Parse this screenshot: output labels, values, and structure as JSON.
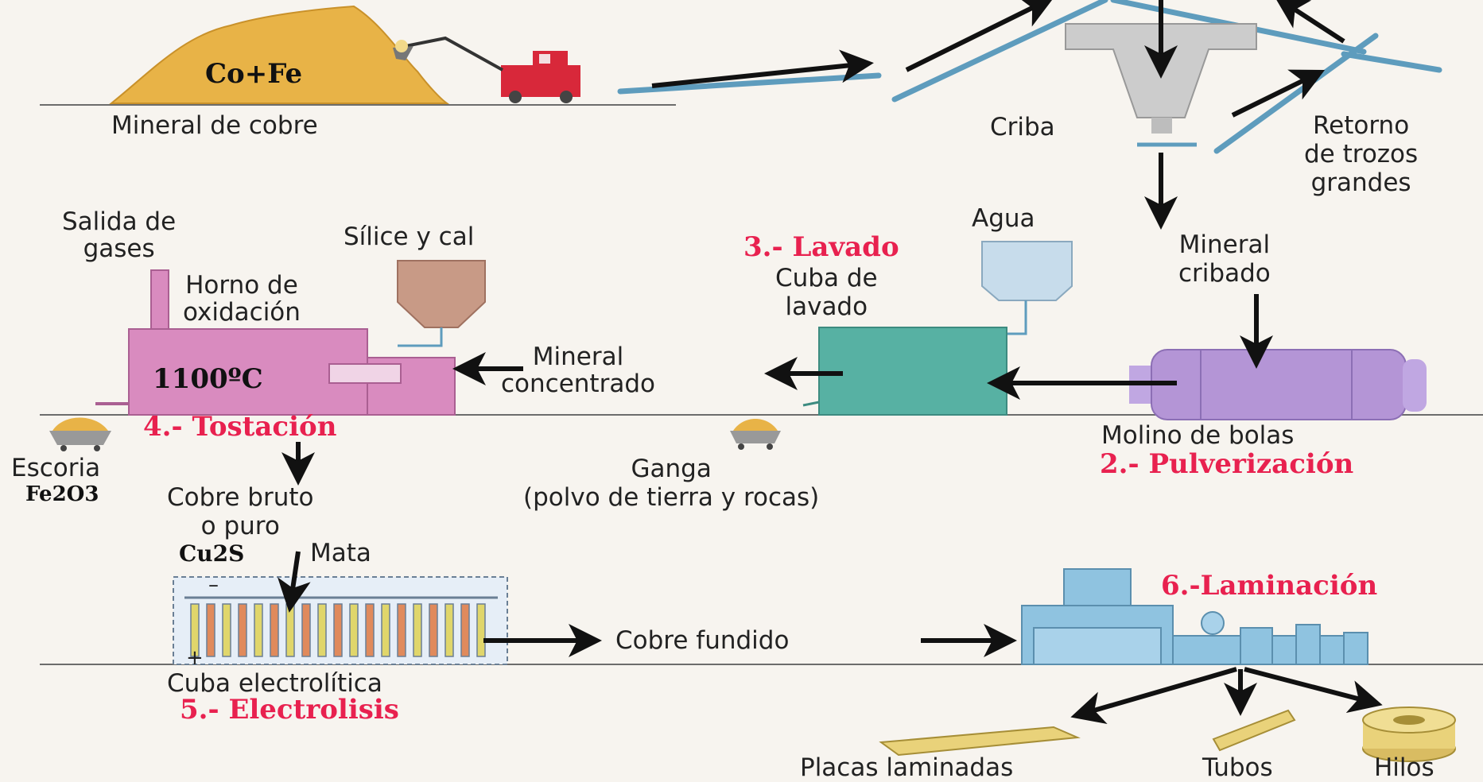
{
  "diagram": {
    "ore": {
      "label": "Mineral de cobre",
      "composition": "Co+Fe"
    },
    "screen": {
      "label": "Criba",
      "return_label": "Retorno\nde trozos\ngrandes",
      "output_label": "Mineral\ncribado"
    },
    "mill": {
      "label": "Molino de bolas",
      "step": "2.- Pulverización"
    },
    "washing": {
      "step": "3.- Lavado",
      "tank_label": "Cuba de\nlavado",
      "water_label": "Agua",
      "output_label": "Mineral\nconcentrado",
      "waste_label": "Ganga\n(polvo de tierra y rocas)"
    },
    "roasting": {
      "gas_label": "Salida de\ngases",
      "additive_label": "Sílice y cal",
      "furnace_label": "Horno de\noxidación",
      "temperature": "1100ºC",
      "step": "4.- Tostación",
      "slag_label": "Escoria",
      "slag_formula": "Fe2O3",
      "output_label": "Cobre bruto\no puro",
      "matte_formula": "Cu2S",
      "matte_label": "Mata"
    },
    "electrolysis": {
      "tank_label": "Cuba electrolítica",
      "step": "5.- Electrolisis",
      "minus": "–",
      "plus": "+"
    },
    "rolling": {
      "input_label": "Cobre fundido",
      "step": "6.-Laminación",
      "products": [
        "Placas laminadas",
        "Tubos",
        "Hilos"
      ]
    }
  },
  "colors": {
    "ore_pile": "#e8b347",
    "truck": "#d8283a",
    "conveyor": "#5e9cbd",
    "hopper": "#c9c9c9",
    "mill": "#b495d6",
    "wash_tank": "#57b1a3",
    "water_tank": "#c7dceb",
    "furnace": "#d98bbf",
    "silica_hopper": "#c89a86",
    "electro_cell": "#e6eef7",
    "rolling_mill": "#8fc3e0",
    "step_text": "#e8214f"
  }
}
